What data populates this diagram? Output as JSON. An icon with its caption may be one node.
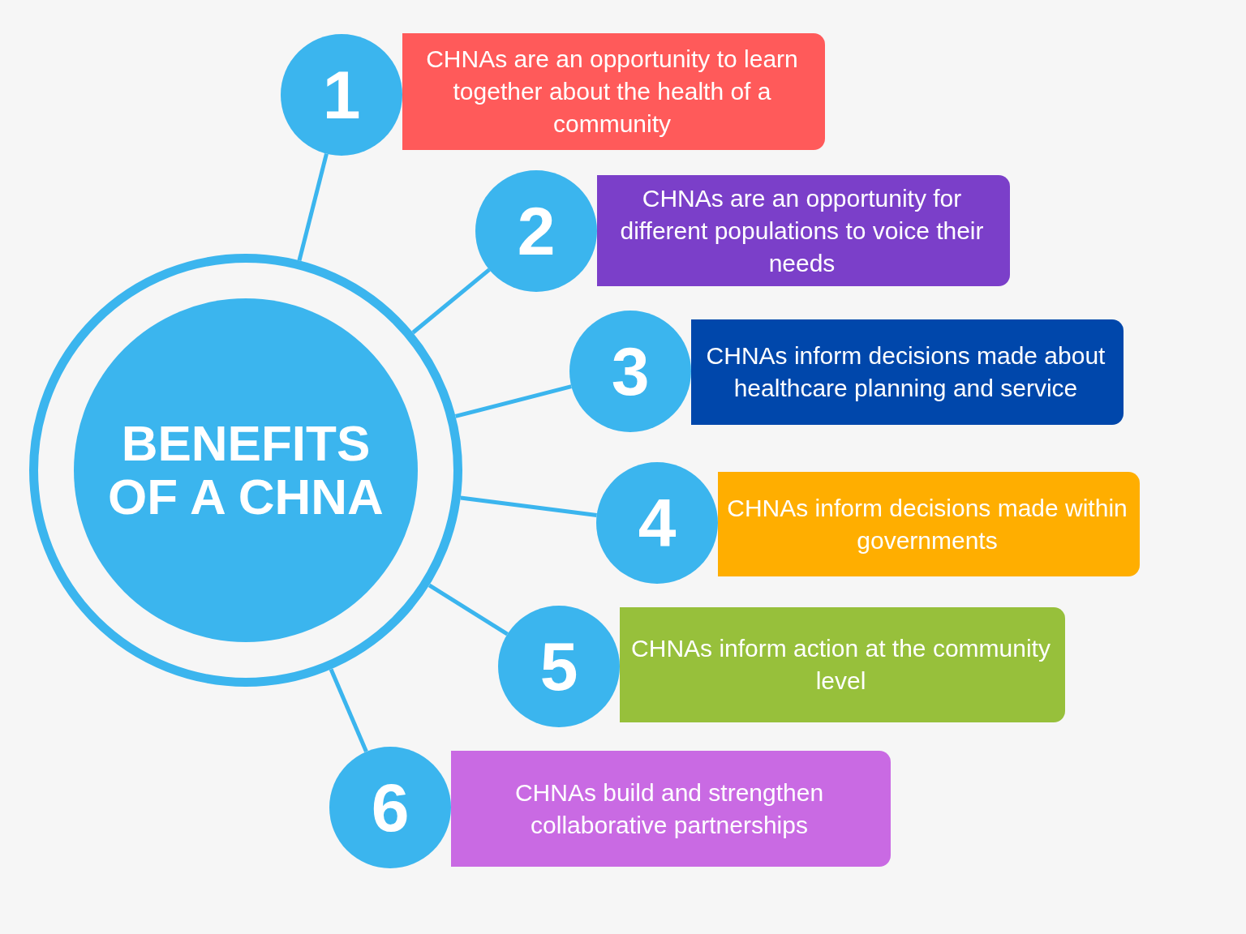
{
  "diagram": {
    "nodes": [
      {
        "text": [
          "BENEFITS OF A CHNA"
        ]
      },
      {
        "text": [
          "1"
        ]
      },
      {
        "text": [
          "CHNAs are an opportunity to learn together about the health of a community"
        ]
      },
      {
        "text": [
          "2"
        ]
      },
      {
        "text": [
          "CHNAs are an opportunity for different populations to voice their needs"
        ]
      },
      {
        "text": [
          "3"
        ]
      },
      {
        "text": [
          "CHNAs inform decisions made about healthcare planning and service"
        ]
      },
      {
        "text": [
          "4"
        ]
      },
      {
        "text": [
          "CHNAs inform decisions made within governments"
        ]
      },
      {
        "text": [
          "5"
        ]
      },
      {
        "text": [
          "CHNAs inform action at the community level"
        ]
      },
      {
        "text": [
          "6"
        ]
      },
      {
        "text": [
          "CHNAs build and strengthen collaborative partnerships"
        ]
      }
    ],
    "edges": [
      {
        "from": 0,
        "to": 1,
        "arrow": "none"
      },
      {
        "from": 0,
        "to": 3,
        "arrow": "none"
      },
      {
        "from": 0,
        "to": 5,
        "arrow": "none"
      },
      {
        "from": 0,
        "to": 7,
        "arrow": "none"
      },
      {
        "from": 0,
        "to": 9,
        "arrow": "none"
      },
      {
        "from": 0,
        "to": 11,
        "arrow": "none"
      }
    ]
  }
}
